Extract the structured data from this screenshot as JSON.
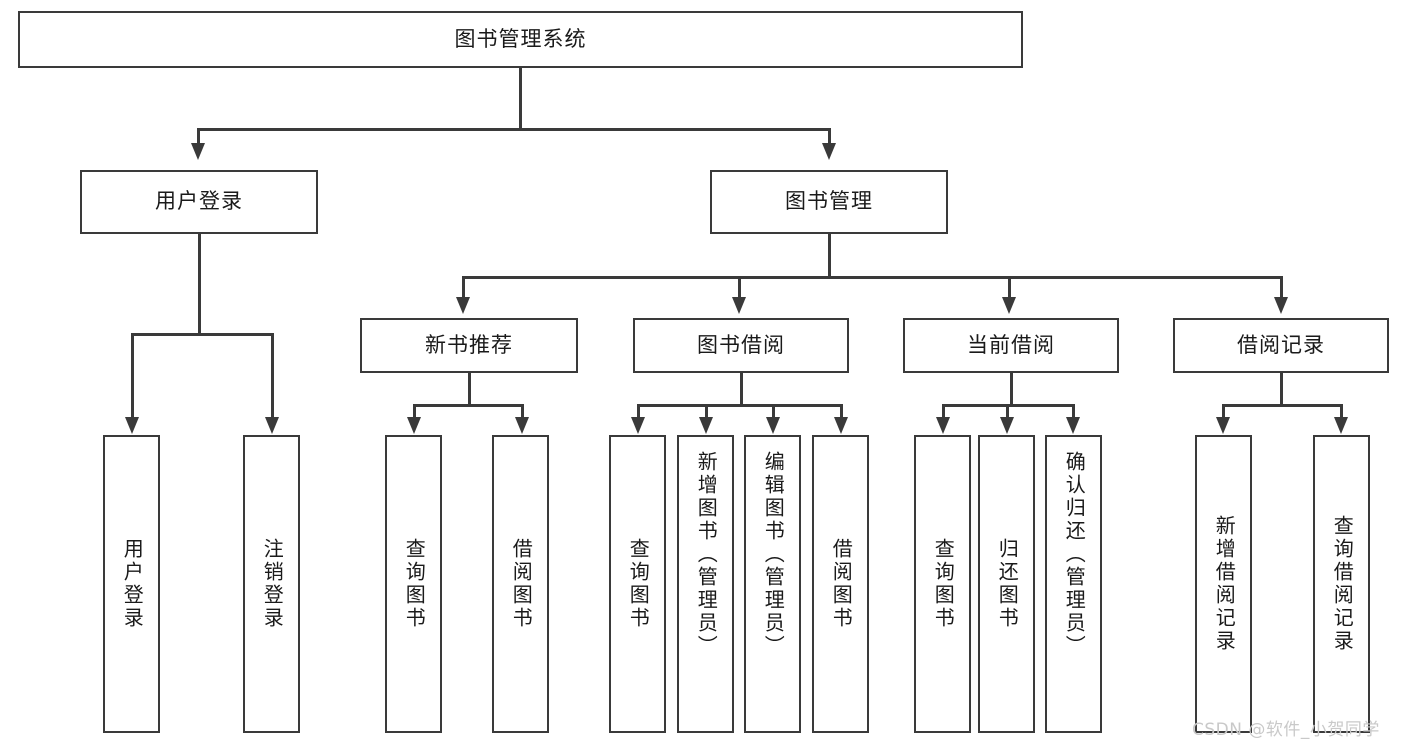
{
  "diagram": {
    "type": "tree",
    "title_node": "图书管理系统",
    "watermark": "CSDN @软件_小贺同学",
    "colors": {
      "box_border": "#3a3a3a",
      "box_fill": "#ffffff",
      "connector": "#3a3a3a",
      "text": "#1a1a1a",
      "watermark": "#c9c9c9",
      "background": "#ffffff"
    },
    "root": {
      "label": "图书管理系统"
    },
    "level2": [
      {
        "label": "用户登录"
      },
      {
        "label": "图书管理"
      }
    ],
    "level3": [
      {
        "label": "新书推荐"
      },
      {
        "label": "图书借阅"
      },
      {
        "label": "当前借阅"
      },
      {
        "label": "借阅记录"
      }
    ],
    "leaves": {
      "user_login": [
        {
          "label": "用户登录"
        },
        {
          "label": "注销登录"
        }
      ],
      "new_book_recommend": [
        {
          "label": "查询图书"
        },
        {
          "label": "借阅图书"
        }
      ],
      "book_borrow": [
        {
          "label": "查询图书"
        },
        {
          "label": "新增图书（管理员）"
        },
        {
          "label": "编辑图书（管理员）"
        },
        {
          "label": "借阅图书"
        }
      ],
      "current_borrow": [
        {
          "label": "查询图书"
        },
        {
          "label": "归还图书"
        },
        {
          "label": "确认归还（管理员）"
        }
      ],
      "borrow_record": [
        {
          "label": "新增借阅记录"
        },
        {
          "label": "查询借阅记录"
        }
      ]
    }
  }
}
